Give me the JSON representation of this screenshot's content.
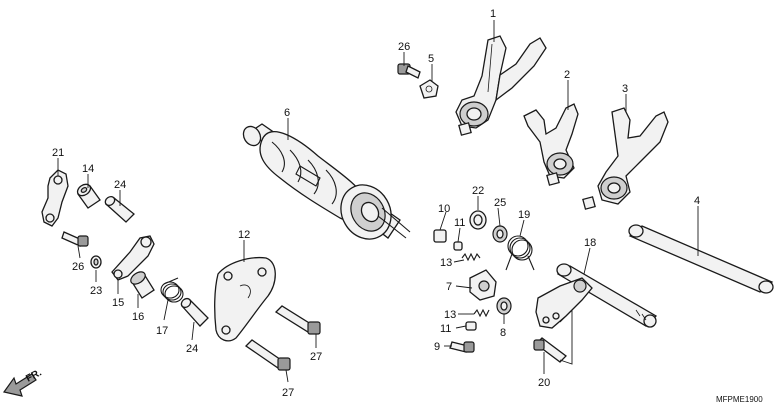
{
  "diagram": {
    "drawing_code": "MFPME1900",
    "direction_label": "FR.",
    "callouts": [
      "1",
      "2",
      "3",
      "4",
      "5",
      "6",
      "7",
      "8",
      "9",
      "10",
      "11",
      "11",
      "12",
      "13",
      "13",
      "14",
      "15",
      "16",
      "17",
      "18",
      "19",
      "20",
      "21",
      "22",
      "23",
      "24",
      "24",
      "25",
      "26",
      "26",
      "27",
      "27"
    ]
  },
  "colors": {
    "line": "#1a1a1a",
    "fill": "#f2f2f2",
    "background": "#ffffff"
  }
}
